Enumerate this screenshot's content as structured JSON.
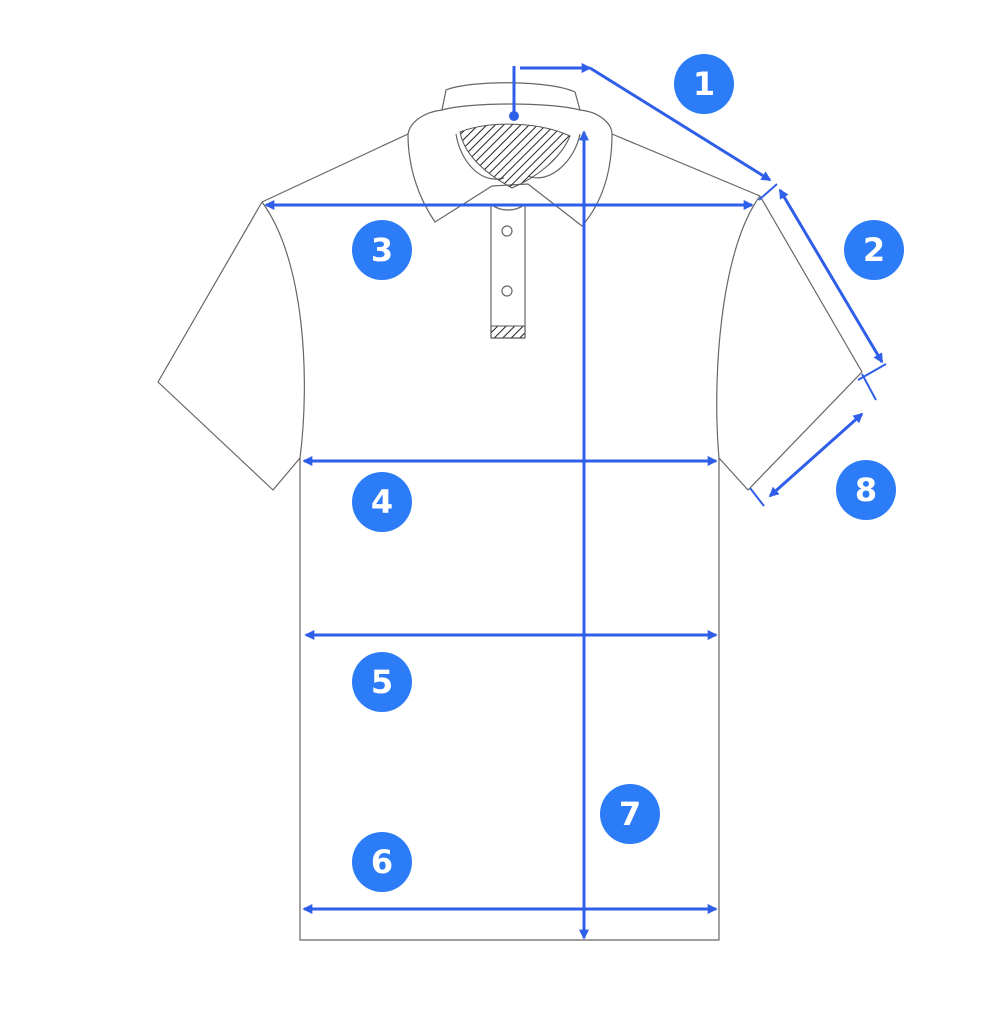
{
  "colors": {
    "accent": "#2b7cf6",
    "arrow": "#2f5ee8",
    "outline": "#555555"
  },
  "markers": [
    {
      "id": "1",
      "label": "1"
    },
    {
      "id": "2",
      "label": "2"
    },
    {
      "id": "3",
      "label": "3"
    },
    {
      "id": "4",
      "label": "4"
    },
    {
      "id": "5",
      "label": "5"
    },
    {
      "id": "6",
      "label": "6"
    },
    {
      "id": "7",
      "label": "7"
    },
    {
      "id": "8",
      "label": "8"
    }
  ]
}
